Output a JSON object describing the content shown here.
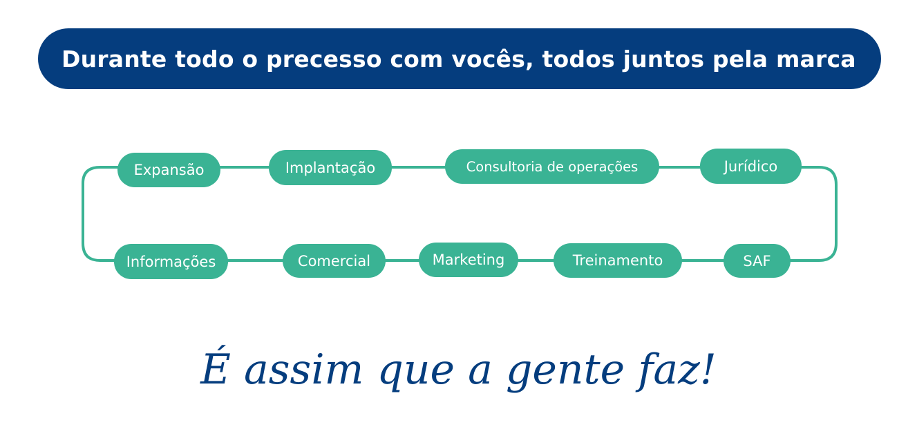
{
  "header": {
    "title": "Durante todo o precesso com vocês, todos juntos pela marca"
  },
  "flow": {
    "top_row": [
      "Expansão",
      "Implantação",
      "Consultoria de operações",
      "Jurídico"
    ],
    "bottom_row": [
      "Informações",
      "Comercial",
      "Marketing",
      "Treinamento",
      "SAF"
    ]
  },
  "tagline": "É assim que a gente faz!",
  "colors": {
    "banner": "#053d7e",
    "node": "#3ab394",
    "connector": "#3ab394",
    "tagline": "#053d7e"
  }
}
